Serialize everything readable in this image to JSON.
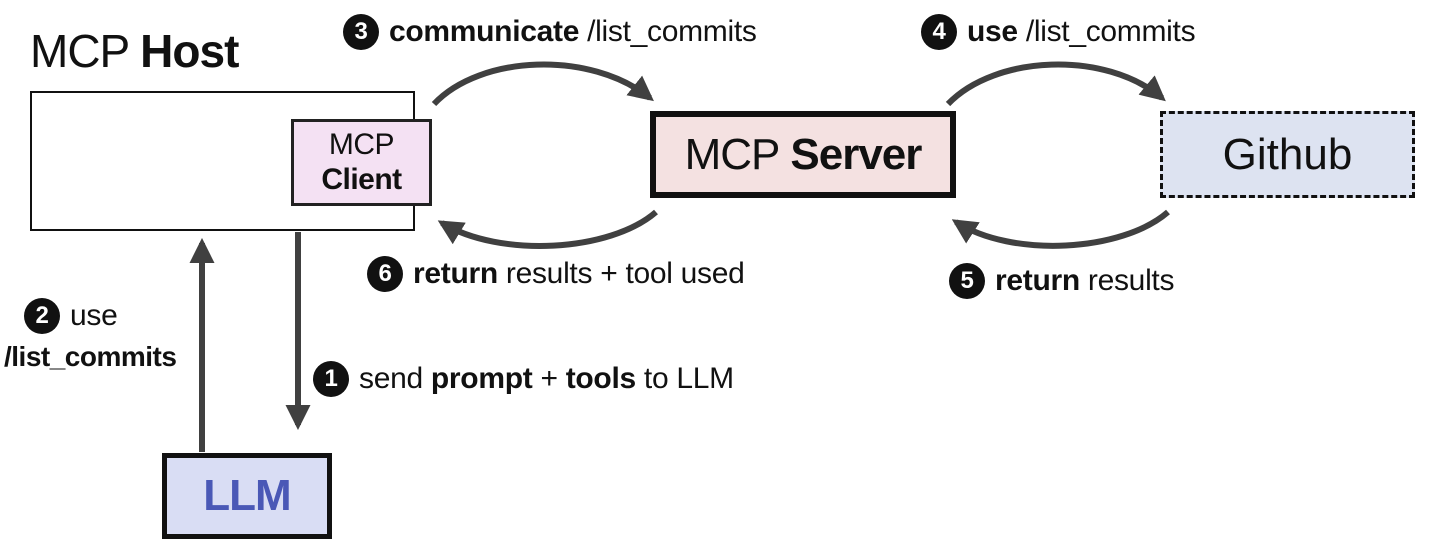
{
  "host": {
    "title_light": "MCP",
    "title_bold": "Host"
  },
  "client": {
    "line1": "MCP",
    "line2": "Client"
  },
  "server": {
    "light": "MCP",
    "bold": "Server"
  },
  "github": {
    "label": "Github"
  },
  "llm": {
    "label": "LLM"
  },
  "steps": {
    "s1": {
      "num": "1",
      "p1": "send ",
      "b1": "prompt",
      "p2": " + ",
      "b2": "tools",
      "p3": " to LLM"
    },
    "s2": {
      "num": "2",
      "line1": "use",
      "line2": "/list_commits"
    },
    "s3": {
      "num": "3",
      "bold": "communicate",
      "rest": " /list_commits"
    },
    "s4": {
      "num": "4",
      "bold": "use",
      "rest": " /list_commits"
    },
    "s5": {
      "num": "5",
      "bold": "return",
      "rest": " results"
    },
    "s6": {
      "num": "6",
      "bold": "return",
      "rest": " results + tool used"
    }
  },
  "colors": {
    "client_fill": "#f4e1f3",
    "server_fill": "#f4e1e1",
    "github_fill": "#dde3f1",
    "llm_fill": "#d9ddf4",
    "llm_text": "#4a58b6",
    "arrow": "#404040"
  }
}
